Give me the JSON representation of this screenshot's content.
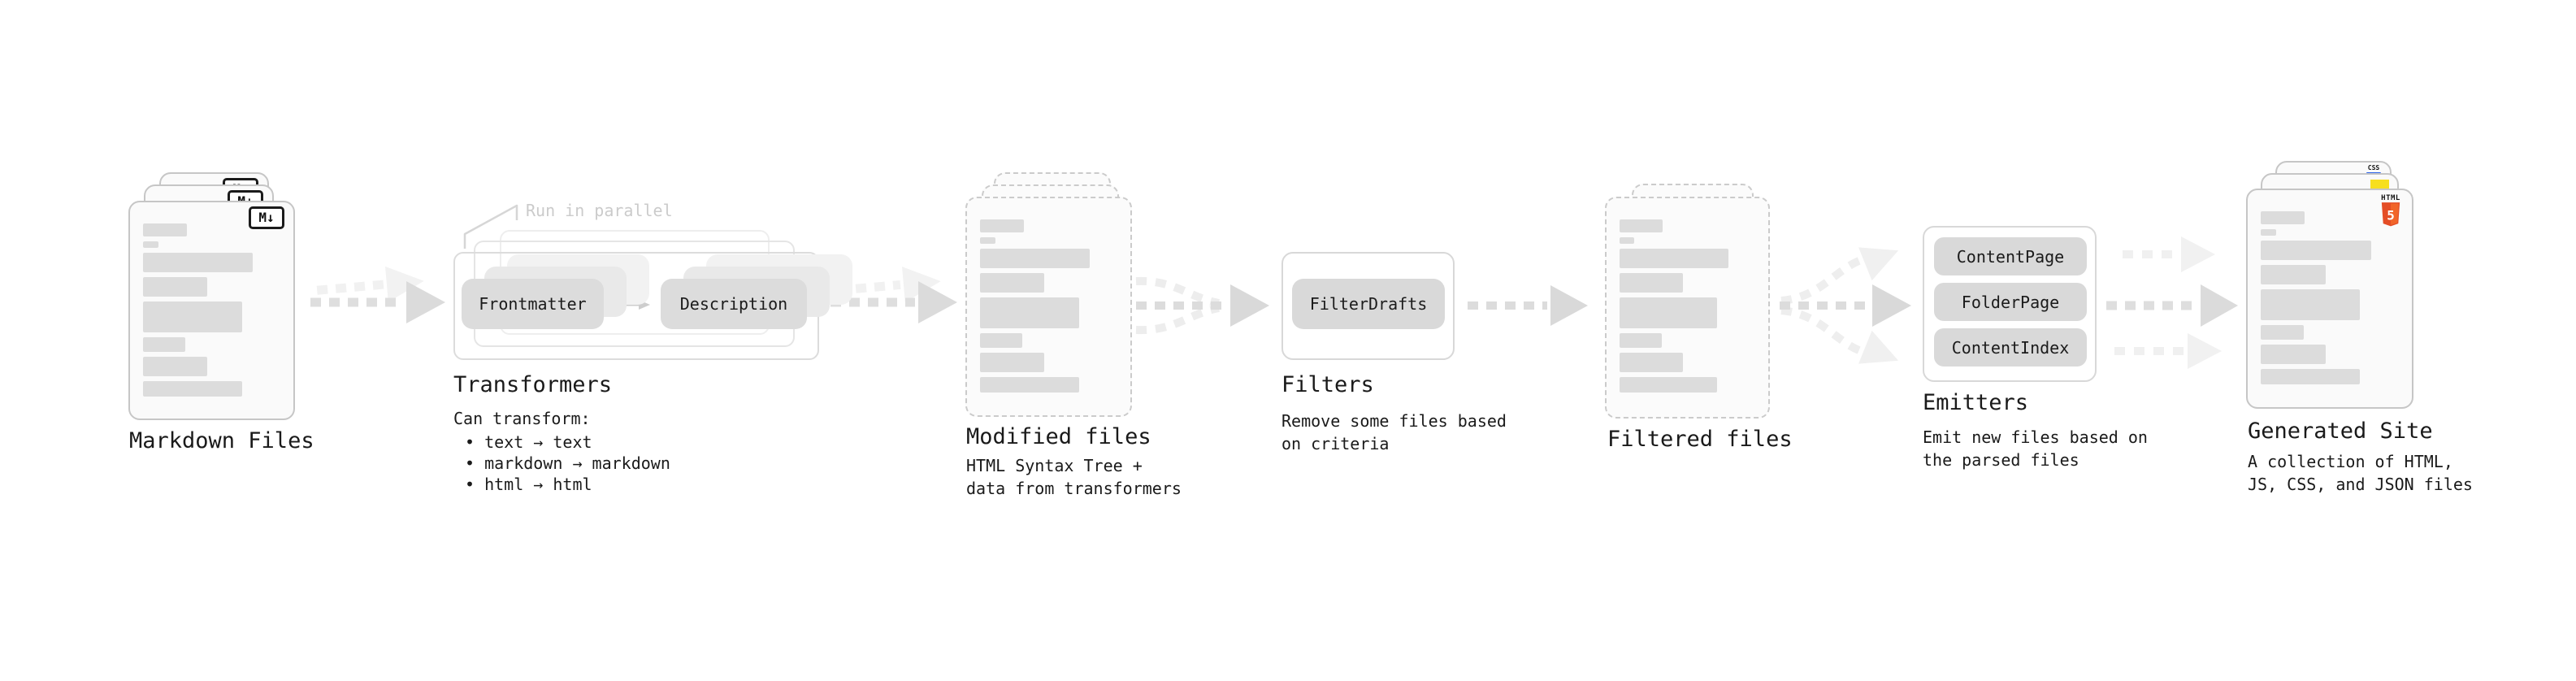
{
  "nodes": {
    "markdown": {
      "label": "Markdown Files",
      "badge": "M↓"
    },
    "transformers": {
      "note": "Run in parallel",
      "box_a": "Frontmatter",
      "box_b": "Description",
      "heading": "Transformers",
      "subheading": "Can transform:",
      "bullets": [
        "text → text",
        "markdown → markdown",
        "html → html"
      ]
    },
    "modified": {
      "heading": "Modified files",
      "description": "HTML Syntax Tree +\ndata from transformers"
    },
    "filters": {
      "box": "FilterDrafts",
      "heading": "Filters",
      "description": "Remove some files based\non criteria"
    },
    "filtered": {
      "heading": "Filtered files"
    },
    "emitters": {
      "boxes": [
        "ContentPage",
        "FolderPage",
        "ContentIndex"
      ],
      "heading": "Emitters",
      "description": "Emit new files based on\nthe parsed files"
    },
    "generated": {
      "heading": "Generated Site",
      "description": "A collection of HTML,\nJS, CSS, and JSON files",
      "css_badge": "CSS",
      "html_badge_word": "HTML",
      "html_badge_number": "5"
    }
  },
  "colors": {
    "text": "#1a1a1a",
    "note_gray": "#cbcbcb",
    "card_background": "#fafafa",
    "card_border": "#c6c6c6",
    "placeholder_bar": "#dcdcdc",
    "chip_fill": "#d9d9d9",
    "arrow_dark": "#dcdcdc",
    "arrow_light": "#f0f0f0",
    "css_blue": "#2b62e9",
    "js_yellow": "#f7df1e",
    "html5_orange": "#e44d26",
    "html5_orange_light": "#f16529"
  }
}
